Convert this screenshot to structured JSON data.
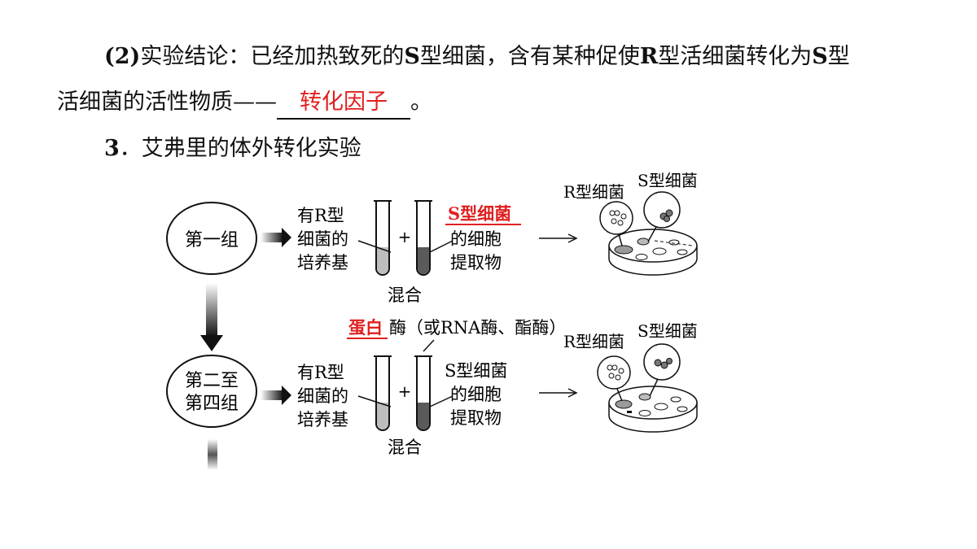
{
  "conclusion": {
    "label": "(2)",
    "prefix": "实验结论：已经加热致死的",
    "s1": "S",
    "mid1": "型细菌，含有某种促使",
    "r": "R",
    "mid2": "型活细菌转化为",
    "s2": "S",
    "line1_end": "型",
    "line2_start": "活细菌的活性物质——",
    "blank_answer": "转化因子",
    "end": "。"
  },
  "section": {
    "number": "3",
    "title": "．艾弗里的体外转化实验"
  },
  "diagram": {
    "group1": {
      "label": "第一组",
      "medium_lines": [
        "有R型",
        "细菌的",
        "培养基"
      ],
      "extract_highlight": "S型细菌",
      "extract_lines": [
        "的细胞",
        "提取物"
      ],
      "mix_label": "混合",
      "plus": "+",
      "colony_r_label": "R型细菌",
      "colony_s_label": "S型细菌"
    },
    "group2": {
      "label_lines": [
        "第二至",
        "第四组"
      ],
      "enzyme_highlight": "蛋白",
      "enzyme_rest": "酶（或RNA酶、酯酶）",
      "medium_lines": [
        "有R型",
        "细菌的",
        "培养基"
      ],
      "extract_lines": [
        "S型细菌",
        "的细胞",
        "提取物"
      ],
      "mix_label": "混合",
      "plus": "+",
      "colony_r_label": "R型细菌",
      "colony_s_label": "S型细菌"
    },
    "colors": {
      "highlight": "#e02020",
      "ink": "#111111",
      "tube_fill_light": "#bdbdbd",
      "tube_fill_dark": "#5a5a5a"
    }
  }
}
